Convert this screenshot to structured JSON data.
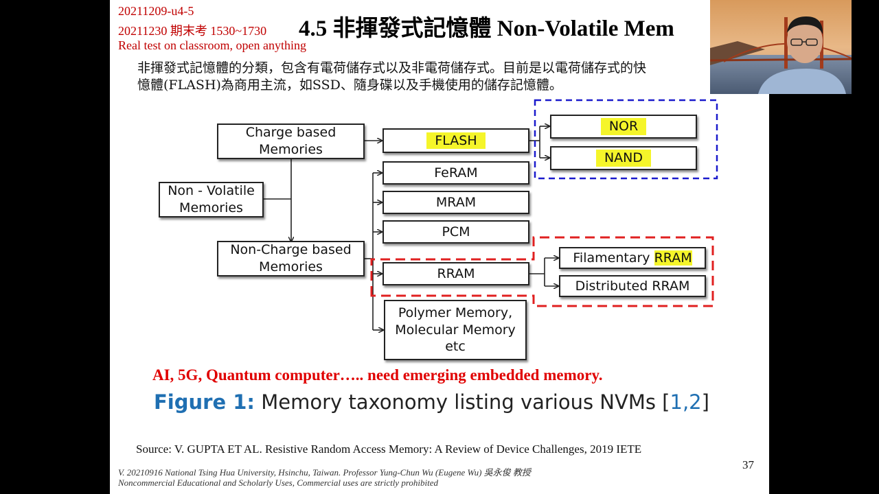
{
  "slide": {
    "notes": [
      "20211209-u4-5",
      "20211230 期末考 1530~1730",
      "Real test on classroom, open anything"
    ],
    "title": "4.5 非揮發式記憶體 Non-Volatile Mem",
    "body_line1": "非揮發式記憶體的分類，包含有電荷儲存式以及非電荷儲存式。目前是以電荷儲存式的快",
    "body_line2": "憶體(FLASH)為商用主流，如SSD、隨身碟以及手機使用的儲存記憶體。",
    "diagram": {
      "root_line1": "Non - Volatile",
      "root_line2": "Memories",
      "charge_line1": "Charge based",
      "charge_line2": "Memories",
      "noncharge_line1": "Non-Charge based",
      "noncharge_line2": "Memories",
      "flash": "FLASH",
      "nor": "NOR",
      "nand": "NAND",
      "feram": "FeRAM",
      "mram": "MRAM",
      "pcm": "PCM",
      "rram": "RRAM",
      "filamentary_prefix": "Filamentary ",
      "filamentary_hl": "RRAM",
      "distributed": "Distributed RRAM",
      "polymer_line1": "Polymer Memory,",
      "polymer_line2": "Molecular Memory",
      "polymer_line3": "etc"
    },
    "emphasis": "AI, 5G, Quantum computer….. need emerging embedded memory.",
    "figure_label": "Figure 1:",
    "figure_text": " Memory taxonomy listing various NVMs [",
    "figure_refs": "1,2",
    "figure_close": "]",
    "source": "Source: V. GUPTA ET AL. Resistive Random Access Memory: A Review of Device Challenges, 2019 IETE",
    "page_number": "37",
    "footer_line1": "V. 20210916 National Tsing Hua University, Hsinchu, Taiwan. Professor Yung-Chun Wu (Eugene Wu) 吳永俊 教授",
    "footer_line2": "Noncommercial Educational and Scholarly Uses, Commercial uses are strictly prohibited"
  },
  "colors": {
    "note_red": "#c00000",
    "emphasis_red": "#e00000",
    "highlight_yellow": "#f5f52a",
    "blue_dashed": "#1a1acc",
    "red_dashed": "#e02020",
    "figure_blue": "#1f6fb2"
  }
}
